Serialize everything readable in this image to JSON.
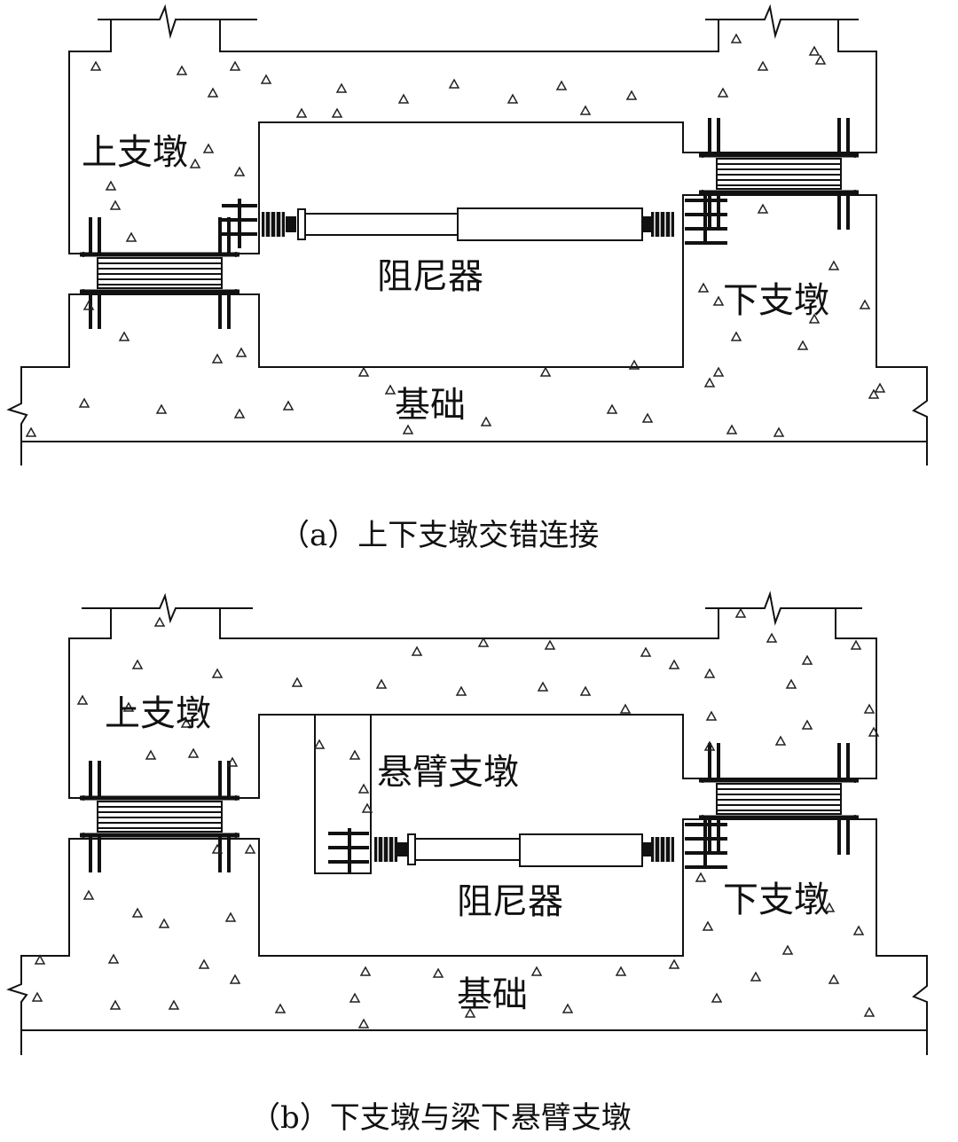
{
  "panel_a": {
    "upper_pier": "上支墩",
    "lower_pier": "下支墩",
    "damper": "阻尼器",
    "foundation": "基础",
    "caption": "（a）上下支墩交错连接"
  },
  "panel_b": {
    "upper_pier": "上支墩",
    "lower_pier": "下支墩",
    "cantilever_pier": "悬臂支墩",
    "damper": "阻尼器",
    "foundation": "基础",
    "caption": "（b）下支墩与梁下悬臂支墩"
  }
}
